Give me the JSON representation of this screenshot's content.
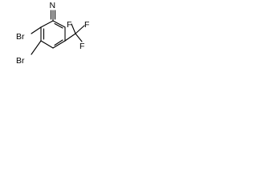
{
  "molecule": {
    "atoms": {
      "nitrile_n": "N",
      "bromine_top": "Br",
      "bromine_bottom": "Br",
      "fluorine_top_left": "F",
      "fluorine_top_right": "F",
      "fluorine_bottom": "F"
    }
  }
}
